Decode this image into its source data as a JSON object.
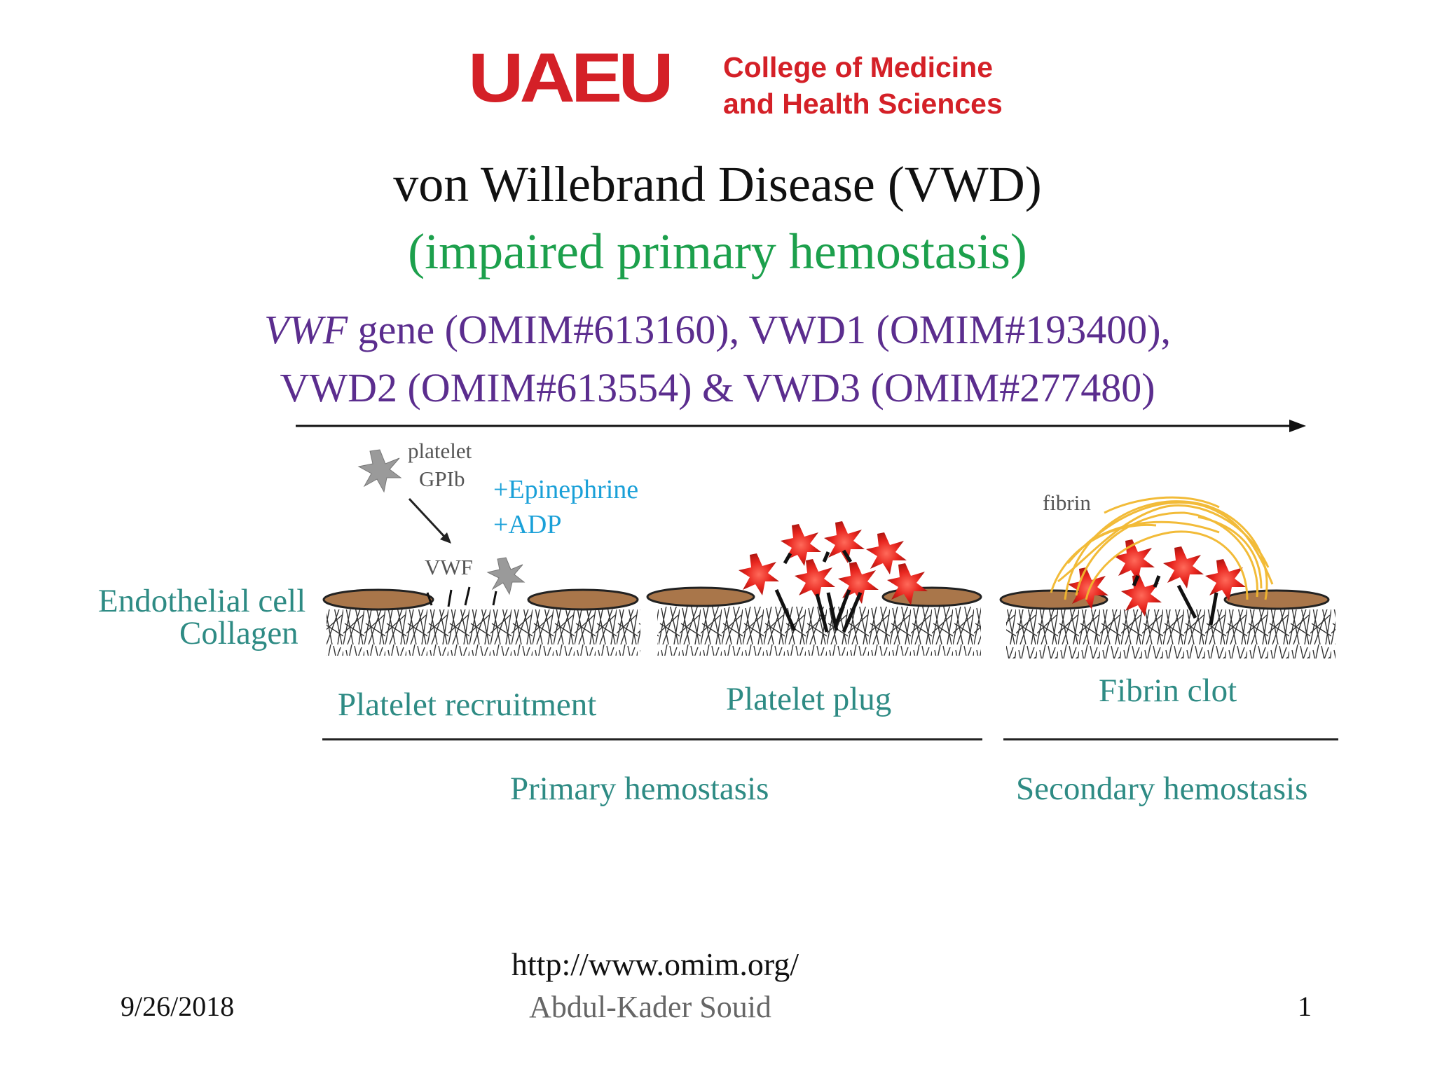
{
  "logo": {
    "mark": "UAEU",
    "line1": "College of Medicine",
    "line2": "and Health Sciences"
  },
  "title": {
    "main": "von Willebrand Disease (VWD)",
    "subtitle": "(impaired primary hemostasis)",
    "genes_line1_italic": "VWF",
    "genes_line1_rest": " gene (OMIM#613160), VWD1 (OMIM#193400),",
    "genes_line2": "VWD2 (OMIM#613554) & VWD3 (OMIM#277480)"
  },
  "figure": {
    "label_platelet": "platelet",
    "label_gpib": "GPIb",
    "label_vwf": "VWF",
    "label_fibrin": "fibrin",
    "additives_1": "+Epinephrine",
    "additives_2": "+ADP",
    "side_label_1": "Endothelial cell",
    "side_label_2": "Collagen",
    "stage_1": "Platelet recruitment",
    "stage_2": "Platelet plug",
    "stage_3": "Fibrin clot",
    "phase_primary": "Primary hemostasis",
    "phase_secondary": "Secondary hemostasis"
  },
  "footer": {
    "date": "9/26/2018",
    "url": "http://www.omim.org/",
    "author": "Abdul-Kader Souid",
    "page": "1"
  },
  "colors": {
    "logo_red": "#d42027",
    "title_green": "#1ca04c",
    "gene_purple": "#5b2d8e",
    "label_teal": "#2e8b84",
    "additive_blue": "#1aa0d8"
  }
}
